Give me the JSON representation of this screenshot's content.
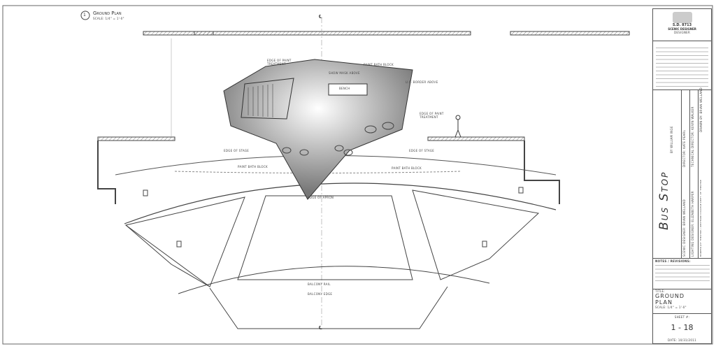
{
  "drawing": {
    "number": "1",
    "title": "Ground Plan",
    "scale": "Scale: 1/4\" = 1'-0\"",
    "labels": {
      "paint_bath_block_left": "Paint Bath Block",
      "paint_bath_block_right": "Paint Bath Block",
      "paint_bath_block_top": "Paint Bath Block",
      "edge_of_stage_left": "Edge of Stage",
      "edge_of_stage_right": "Edge of Stage",
      "edge_of_apron": "Edge of Apron",
      "balcony_rail": "Balcony Rail",
      "balcony_edge": "Balcony Edge",
      "show_mask_above": "Show Mask Above",
      "us_border_above": "U.S. Border Above",
      "edge_of_paint_treatment_left": "Edge of Paint Treatment",
      "edge_of_paint_treatment_right": "Edge of Paint Treatment",
      "bench": "Bench",
      "centerline_top": "℄",
      "centerline_bottom": "℄"
    }
  },
  "title_block": {
    "license": "S.D. 8713",
    "role": "Scenic Designer",
    "signature_label": "Designer",
    "play_title": "Bus Stop",
    "author": "by William Inge",
    "director": "Director: Kate Pearl",
    "technical_director": "Technical Director: Kevin Walker",
    "drawn_by": "Drawn By: Brian Welland",
    "scenic_designer": "Scenic Designer: Brian Welland",
    "lighting_designer": "Lighting Designer: Elizabeth Harper",
    "theatre": "Harper Joy Theatre / Whitman College Dept. of Theatre",
    "notes_header": "Notes / Revisions:",
    "title_label": "Title:",
    "sheet_title": "Ground Plan",
    "sheet_scale": "Scale: 1/4\" = 1'-0\"",
    "sheet_label": "Sheet #:",
    "sheet_number": "1 - 18",
    "date": "Date: 10/31/2011"
  }
}
